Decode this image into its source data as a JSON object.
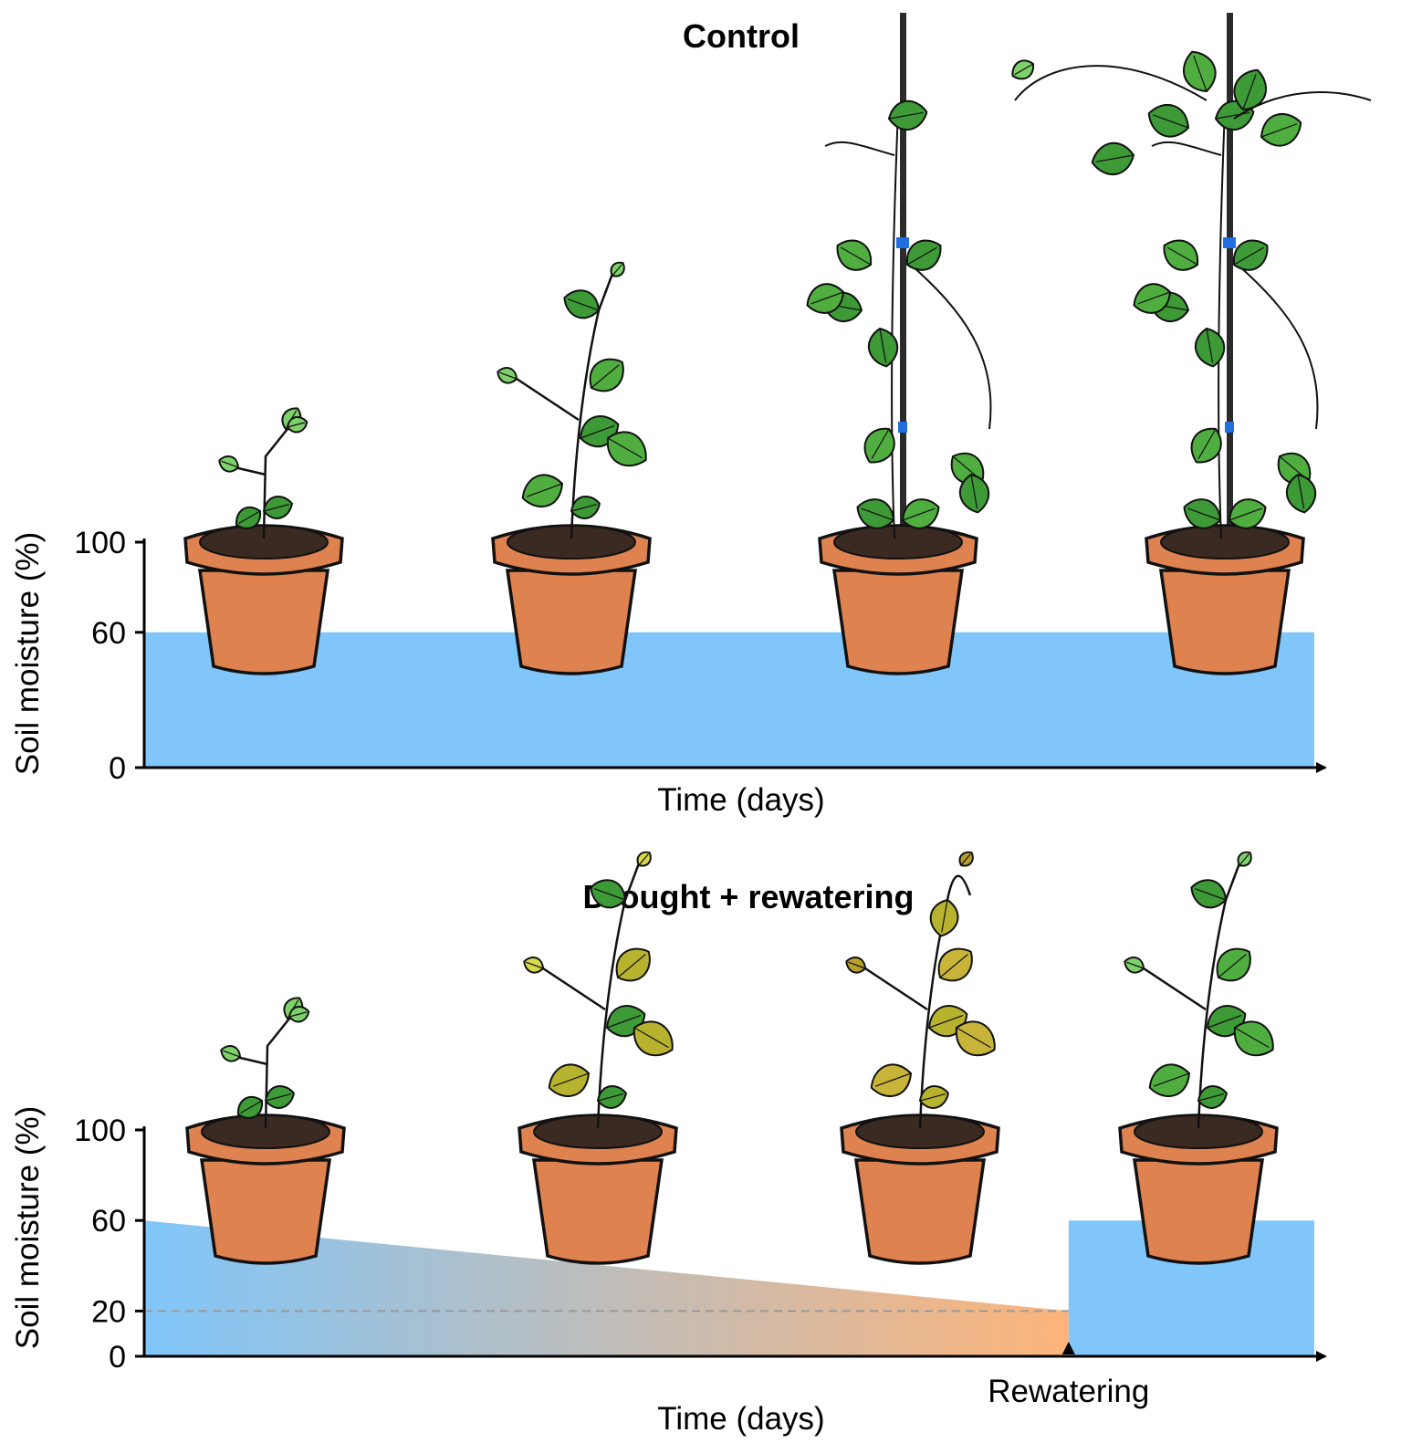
{
  "panels": [
    {
      "title": "Control",
      "ylabel": "Soil moisture (%)",
      "xlabel": "Time (days)",
      "y_ticks": [
        0,
        60,
        100
      ],
      "moisture_profile": [
        {
          "t": 0.0,
          "moisture": 60
        },
        {
          "t": 1.0,
          "moisture": 60
        }
      ],
      "plants": [
        {
          "stage": "seedling",
          "health": "healthy"
        },
        {
          "stage": "young",
          "health": "healthy"
        },
        {
          "stage": "climbing",
          "health": "healthy"
        },
        {
          "stage": "mature",
          "health": "healthy"
        }
      ],
      "colors": {
        "moisture_fill": "#80c6fa"
      }
    },
    {
      "title": "Drought + rewatering",
      "ylabel": "Soil moisture (%)",
      "xlabel": "Time (days)",
      "y_ticks": [
        0,
        20,
        60,
        100
      ],
      "threshold": 20,
      "event_label": "Rewatering",
      "moisture_profile": [
        {
          "t": 0.0,
          "moisture": 60
        },
        {
          "t": 0.79,
          "moisture": 20
        },
        {
          "t": 0.79,
          "moisture": 60
        },
        {
          "t": 1.0,
          "moisture": 60
        }
      ],
      "plants": [
        {
          "stage": "seedling",
          "health": "healthy"
        },
        {
          "stage": "young",
          "health": "yellowing"
        },
        {
          "stage": "young",
          "health": "wilted"
        },
        {
          "stage": "young",
          "health": "recovered"
        }
      ],
      "colors": {
        "drought_start": "#80c6fa",
        "drought_end": "#fdb47a",
        "rewater_fill": "#80c6fa"
      }
    }
  ],
  "colors": {
    "pot": "#de8250",
    "leaf_green": "#3d9a36",
    "leaf_yellow": "#b8b32e",
    "stake": "#2b2b2b",
    "clip": "#1f6fe0"
  }
}
